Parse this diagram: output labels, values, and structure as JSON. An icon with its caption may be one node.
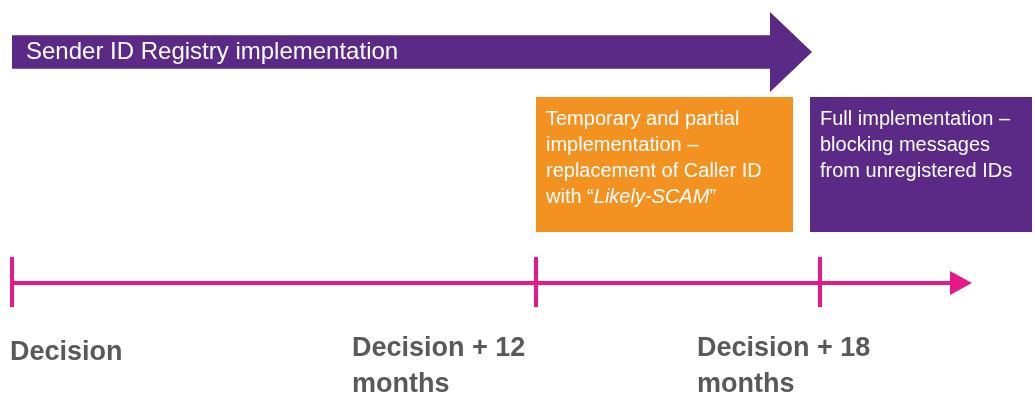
{
  "diagram": {
    "nodes": [
      {
        "text": [
          "Sender ID Registry implementation"
        ]
      },
      {
        "text": [
          "Temporary and partial implementation – replacement of Caller ID with “*Likely-SCAM*”"
        ]
      },
      {
        "text": [
          "Full implementation – blocking messages from unregistered IDs"
        ]
      }
    ],
    "labels": [
      "Decision",
      "Decision + 12 months",
      "Decision + 18 months"
    ]
  }
}
